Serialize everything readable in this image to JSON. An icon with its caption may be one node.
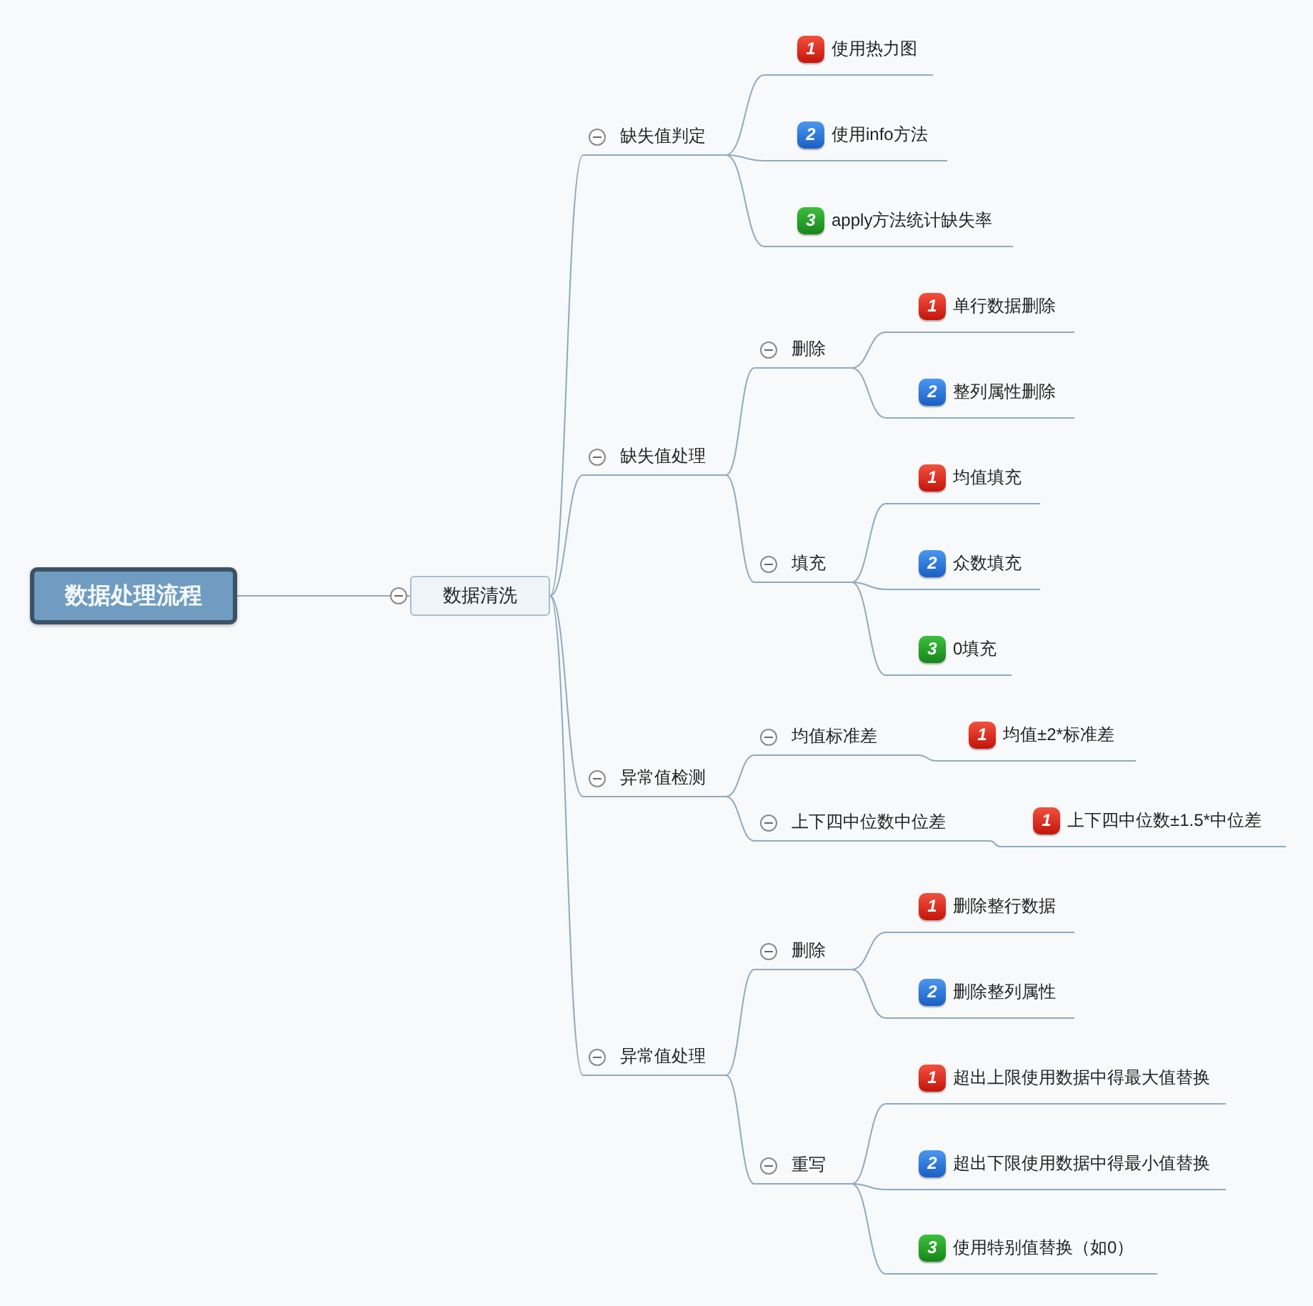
{
  "diagram": {
    "nodes": [
      {
        "text": [
          "数据处理流程"
        ]
      },
      {
        "text": [
          "数据清洗"
        ]
      },
      {
        "text": [
          "缺失值判定"
        ]
      },
      {
        "text": [
          "1",
          "使用热力图"
        ]
      },
      {
        "text": [
          "2",
          "使用info方法"
        ]
      },
      {
        "text": [
          "3",
          "apply方法统计缺失率"
        ]
      },
      {
        "text": [
          "缺失值处理"
        ]
      },
      {
        "text": [
          "删除"
        ]
      },
      {
        "text": [
          "1",
          "单行数据删除"
        ]
      },
      {
        "text": [
          "2",
          "整列属性删除"
        ]
      },
      {
        "text": [
          "填充"
        ]
      },
      {
        "text": [
          "1",
          "均值填充"
        ]
      },
      {
        "text": [
          "2",
          "众数填充"
        ]
      },
      {
        "text": [
          "3",
          "0填充"
        ]
      },
      {
        "text": [
          "异常值检测"
        ]
      },
      {
        "text": [
          "均值标准差"
        ]
      },
      {
        "text": [
          "1",
          "均值±2*标准差"
        ]
      },
      {
        "text": [
          "上下四中位数中位差"
        ]
      },
      {
        "text": [
          "1",
          "上下四中位数±1.5*中位差"
        ]
      },
      {
        "text": [
          "异常值处理"
        ]
      },
      {
        "text": [
          "删除"
        ]
      },
      {
        "text": [
          "1",
          "删除整行数据"
        ]
      },
      {
        "text": [
          "2",
          "删除整列属性"
        ]
      },
      {
        "text": [
          "重写"
        ]
      },
      {
        "text": [
          "1",
          "超出上限使用数据中得最大值替换"
        ]
      },
      {
        "text": [
          "2",
          "超出下限使用数据中得最小值替换"
        ]
      },
      {
        "text": [
          "3",
          "使用特别值替换（如0）"
        ]
      }
    ],
    "edges": [
      {
        "from": 0,
        "to": 1,
        "arrow": "none"
      },
      {
        "from": 1,
        "to": 2,
        "arrow": "none"
      },
      {
        "from": 1,
        "to": 6,
        "arrow": "none"
      },
      {
        "from": 1,
        "to": 14,
        "arrow": "none"
      },
      {
        "from": 1,
        "to": 19,
        "arrow": "none"
      },
      {
        "from": 2,
        "to": 3,
        "arrow": "none"
      },
      {
        "from": 2,
        "to": 4,
        "arrow": "none"
      },
      {
        "from": 2,
        "to": 5,
        "arrow": "none"
      },
      {
        "from": 6,
        "to": 7,
        "arrow": "none"
      },
      {
        "from": 6,
        "to": 10,
        "arrow": "none"
      },
      {
        "from": 7,
        "to": 8,
        "arrow": "none"
      },
      {
        "from": 7,
        "to": 9,
        "arrow": "none"
      },
      {
        "from": 10,
        "to": 11,
        "arrow": "none"
      },
      {
        "from": 10,
        "to": 12,
        "arrow": "none"
      },
      {
        "from": 10,
        "to": 13,
        "arrow": "none"
      },
      {
        "from": 14,
        "to": 15,
        "arrow": "none"
      },
      {
        "from": 14,
        "to": 17,
        "arrow": "none"
      },
      {
        "from": 15,
        "to": 16,
        "arrow": "none"
      },
      {
        "from": 17,
        "to": 18,
        "arrow": "none"
      },
      {
        "from": 19,
        "to": 20,
        "arrow": "none"
      },
      {
        "from": 19,
        "to": 23,
        "arrow": "none"
      },
      {
        "from": 20,
        "to": 21,
        "arrow": "none"
      },
      {
        "from": 20,
        "to": 22,
        "arrow": "none"
      },
      {
        "from": 23,
        "to": 24,
        "arrow": "none"
      },
      {
        "from": 23,
        "to": 25,
        "arrow": "none"
      },
      {
        "from": 23,
        "to": 26,
        "arrow": "none"
      }
    ]
  }
}
